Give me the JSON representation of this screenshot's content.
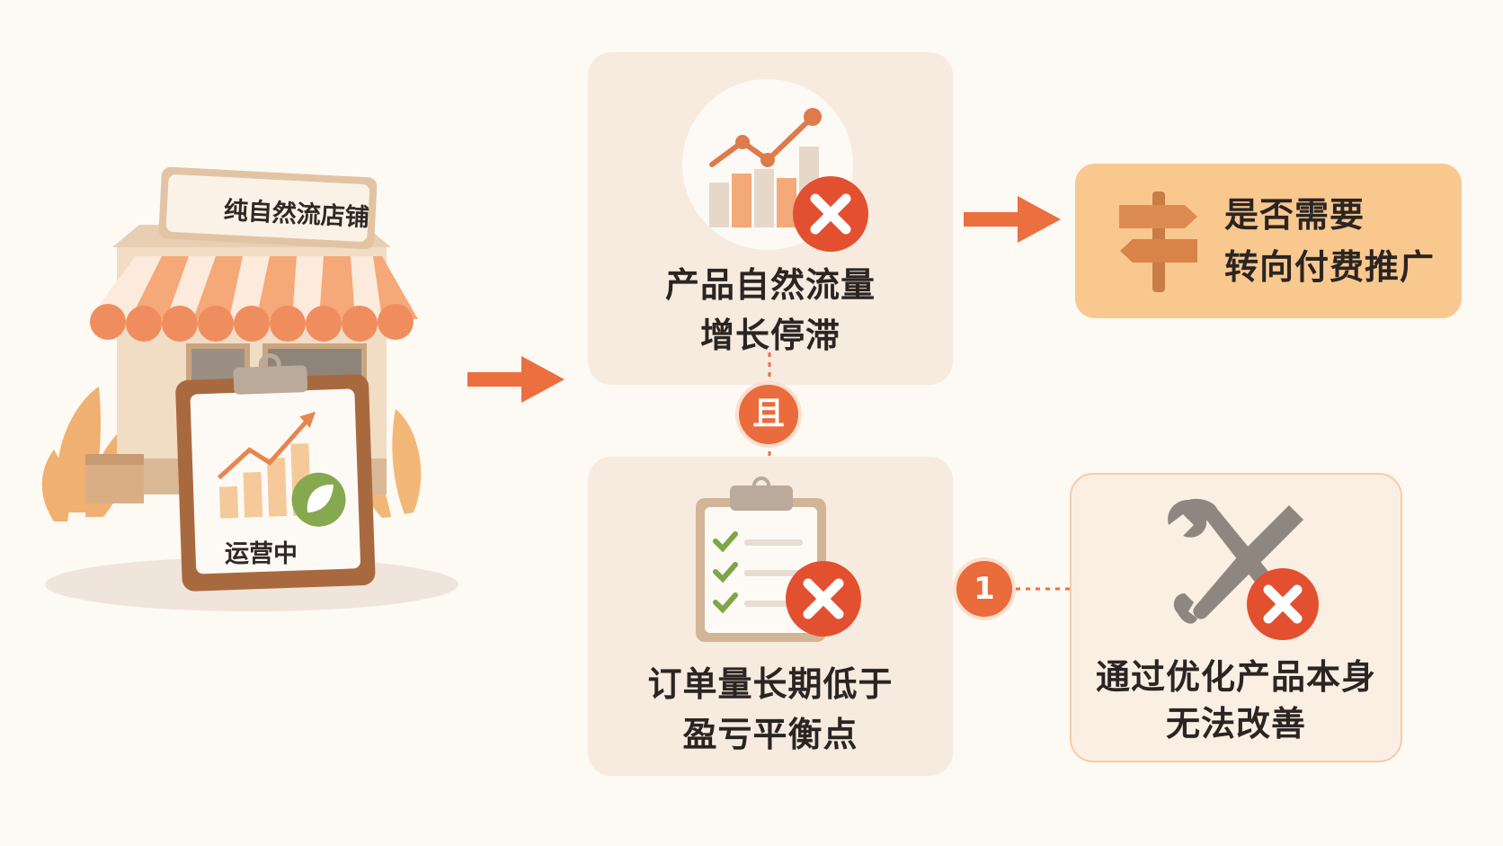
{
  "store": {
    "sign": "纯自然流店铺",
    "status": "运营中"
  },
  "conditions": [
    {
      "label_line1": "产品自然流量",
      "label_line2": "增长停滞"
    },
    {
      "label_line1": "订单量长期低于",
      "label_line2": "盈亏平衡点"
    }
  ],
  "connector": {
    "and_label": "且"
  },
  "outcome": {
    "line1": "是否需要",
    "line2": "转向付费推广"
  },
  "failed_fix": {
    "step": "1",
    "line1": "通过优化产品本身",
    "line2": "无法改善"
  },
  "colors": {
    "accent": "#ea6b3c",
    "card_bg": "#f7ebe0",
    "outcome_bg": "#f9c88f",
    "cross_red": "#e2502f"
  }
}
